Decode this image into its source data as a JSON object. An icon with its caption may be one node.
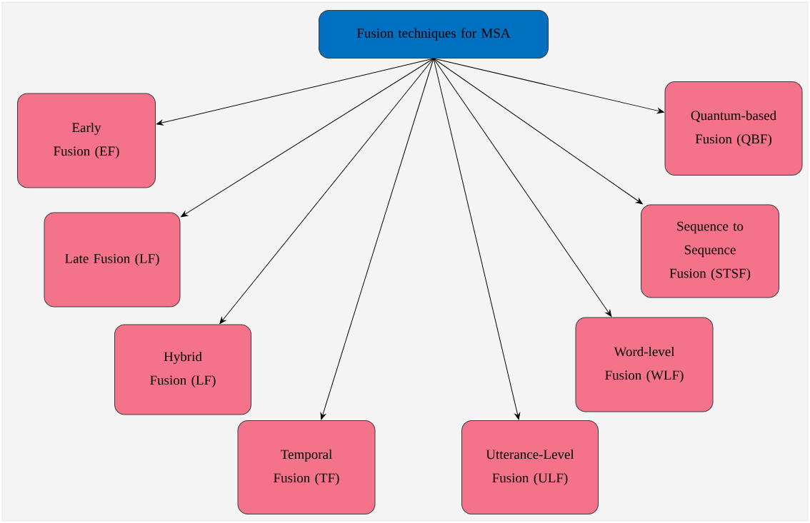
{
  "diagram": {
    "nodes": [
      {
        "text": [
          "Fusion techniques for MSA"
        ]
      },
      {
        "text": [
          "Early Fusion (EF)"
        ]
      },
      {
        "text": [
          "Late Fusion (LF)"
        ]
      },
      {
        "text": [
          "Hybrid Fusion (LF)"
        ]
      },
      {
        "text": [
          "Temporal Fusion (TF)"
        ]
      },
      {
        "text": [
          "Utterance-Level Fusion (ULF)"
        ]
      },
      {
        "text": [
          "Word-level Fusion (WLF)"
        ]
      },
      {
        "text": [
          "Sequence to Sequence Fusion (STSF)"
        ]
      },
      {
        "text": [
          "Quantum-based Fusion (QBF)"
        ]
      }
    ],
    "edges": [
      {
        "from": 0,
        "to": 1,
        "arrow": "to"
      },
      {
        "from": 0,
        "to": 2,
        "arrow": "to"
      },
      {
        "from": 0,
        "to": 3,
        "arrow": "to"
      },
      {
        "from": 0,
        "to": 4,
        "arrow": "to"
      },
      {
        "from": 0,
        "to": 5,
        "arrow": "to"
      },
      {
        "from": 0,
        "to": 6,
        "arrow": "to"
      },
      {
        "from": 0,
        "to": 7,
        "arrow": "to"
      },
      {
        "from": 0,
        "to": 8,
        "arrow": "to"
      }
    ]
  }
}
